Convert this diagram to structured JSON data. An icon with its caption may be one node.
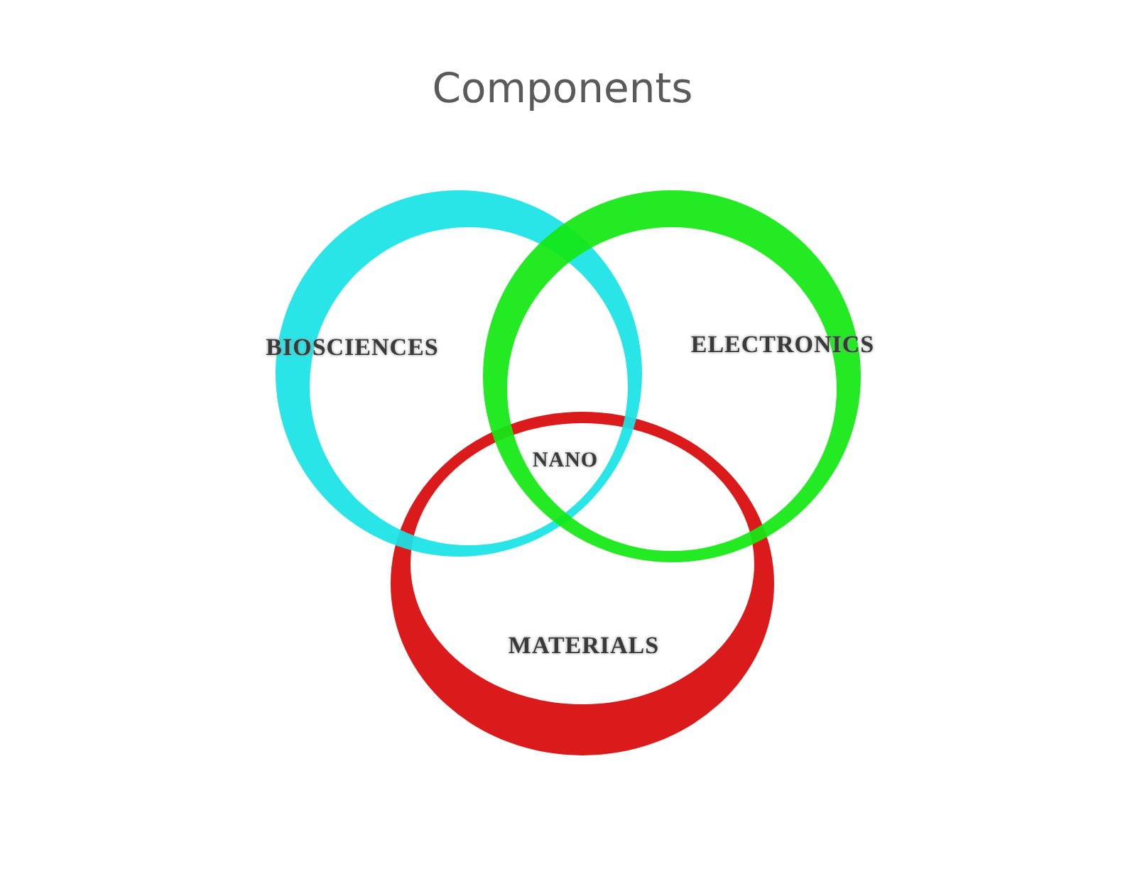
{
  "diagram": {
    "title": "Components",
    "nodes": [
      {
        "text": [
          "BIOSCIENCES"
        ]
      },
      {
        "text": [
          "ELECTRONICS"
        ]
      },
      {
        "text": [
          "MATERIALS"
        ]
      }
    ],
    "labels": [
      "NANO"
    ]
  }
}
